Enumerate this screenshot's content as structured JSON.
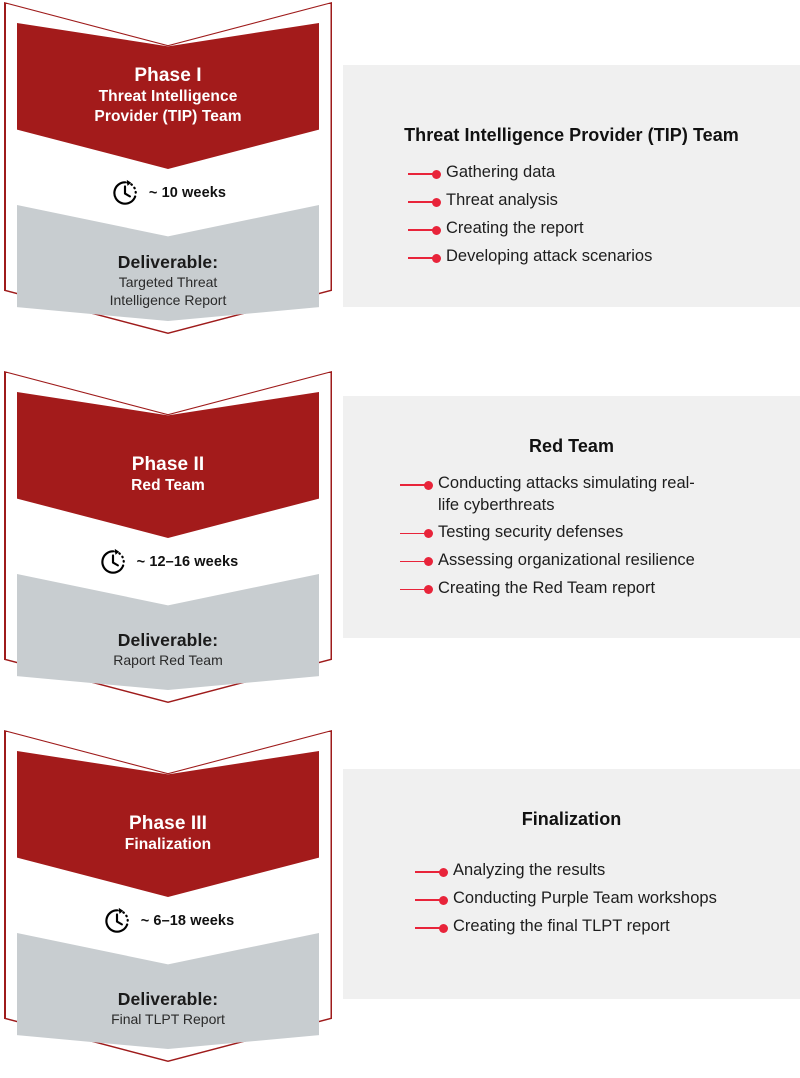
{
  "colors": {
    "brand_red_dark": "#A31B1B",
    "brand_red_bright": "#E8243A",
    "deliverable_gray": "#C8CDD0",
    "panel_background": "#F0F0F0",
    "text_dark": "#111111"
  },
  "phases": [
    {
      "phase_label": "Phase I",
      "phase_name": "Threat Intelligence\nProvider (TIP) Team",
      "phase_name_line1": "Threat Intelligence",
      "phase_name_line2": "Provider (TIP) Team",
      "clock_icon": "clock-arrow-icon",
      "duration": "~ 10 weeks",
      "deliverable_label": "Deliverable:",
      "deliverable_value_line1": "Targeted Threat",
      "deliverable_value_line2": "Intelligence Report",
      "detail": {
        "title": "Threat Intelligence Provider (TIP) Team",
        "items": [
          "Gathering data",
          "Threat analysis",
          "Creating the report",
          "Developing attack scenarios"
        ]
      }
    },
    {
      "phase_label": "Phase II",
      "phase_name": "Red Team",
      "phase_name_line1": "Red Team",
      "phase_name_line2": "",
      "clock_icon": "clock-arrow-icon",
      "duration": "~ 12–16 weeks",
      "deliverable_label": "Deliverable:",
      "deliverable_value_line1": "Raport Red Team",
      "deliverable_value_line2": "",
      "detail": {
        "title": "Red Team",
        "items": [
          "Conducting attacks simulating real-life cyberthreats",
          "Testing security defenses",
          "Assessing organizational resilience",
          "Creating the Red Team report"
        ]
      }
    },
    {
      "phase_label": "Phase III",
      "phase_name": "Finalization",
      "phase_name_line1": "Finalization",
      "phase_name_line2": "",
      "clock_icon": "clock-arrow-icon",
      "duration": "~ 6–18 weeks",
      "deliverable_label": "Deliverable:",
      "deliverable_value_line1": "Final TLPT Report",
      "deliverable_value_line2": "",
      "detail": {
        "title": "Finalization",
        "items": [
          "Analyzing the results",
          "Conducting Purple Team workshops",
          "Creating the final TLPT report"
        ]
      }
    }
  ]
}
